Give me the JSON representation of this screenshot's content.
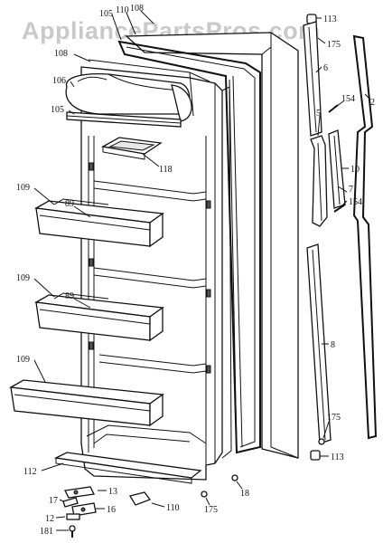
{
  "watermark": "AppliancePartsPros.com",
  "callouts": {
    "c113a": "113",
    "c175a": "175",
    "c6": "6",
    "c2": "2",
    "c154a": "154",
    "c5": "5",
    "c10": "10",
    "c7": "7",
    "c154b": "154",
    "c8": "8",
    "c175b": "175",
    "c113b": "113",
    "c105a": "105",
    "c110a": "110",
    "c108": "108",
    "c106": "106",
    "c105b": "105",
    "c118": "118",
    "c109a": "109",
    "c89a": "89",
    "c109b": "109",
    "c89b": "89",
    "c109c": "109",
    "c112": "112",
    "c13": "13",
    "c17": "17",
    "c16": "16",
    "c12": "12",
    "c181": "181",
    "c110b": "110",
    "c175c": "175",
    "c18": "18"
  }
}
